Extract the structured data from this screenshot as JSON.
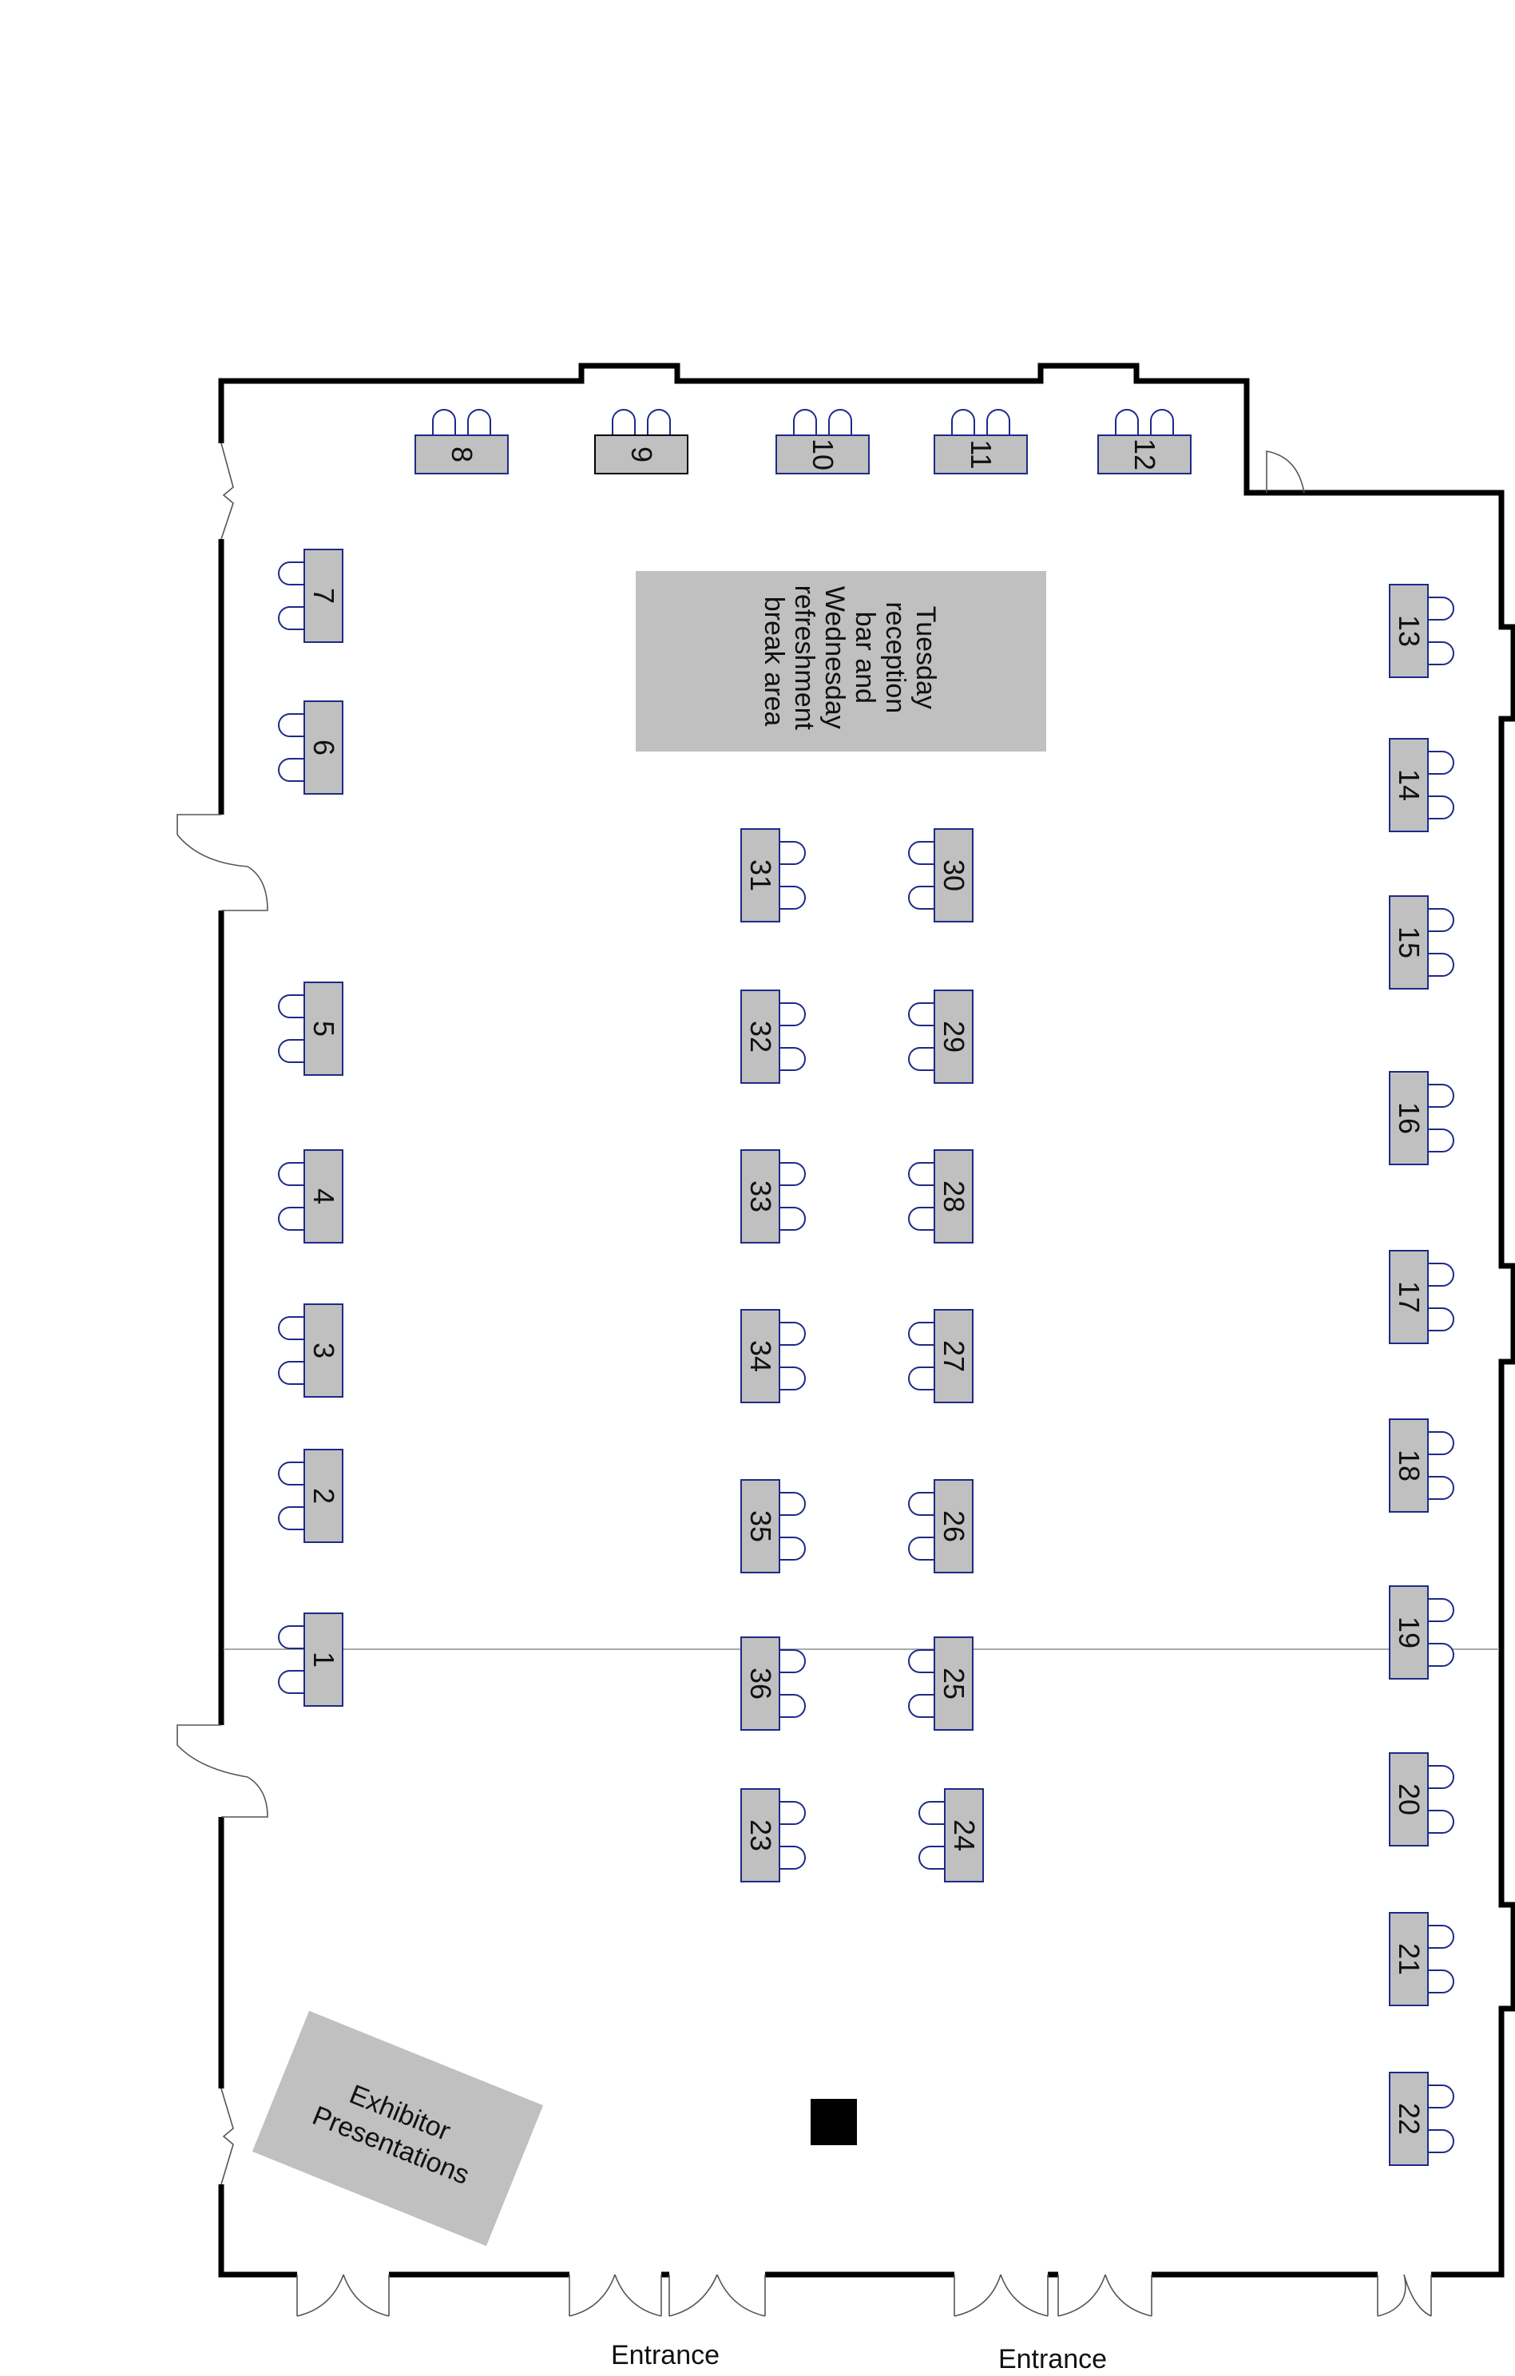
{
  "colors": {
    "wall": "#000000",
    "table_fill": "#c0c0c0",
    "table_stroke": "#1d2a8a",
    "chair_stroke": "#1d2a8a",
    "area_fill": "#c0c0c0",
    "door_stroke": "#555555"
  },
  "booths": [
    "1",
    "2",
    "3",
    "4",
    "5",
    "6",
    "7",
    "8",
    "9",
    "10",
    "11",
    "12",
    "13",
    "14",
    "15",
    "16",
    "17",
    "18",
    "19",
    "20",
    "21",
    "22",
    "23",
    "24",
    "25",
    "26",
    "27",
    "28",
    "29",
    "30",
    "31",
    "32",
    "33",
    "34",
    "35",
    "36"
  ],
  "areas": {
    "refreshment": [
      "Tuesday",
      "reception",
      "bar and",
      "Wednesday",
      "refreshment",
      "break area"
    ],
    "exhibitor": [
      "Exhibitor",
      "Presentations"
    ]
  },
  "entrances": [
    "Entrance",
    "Entrance"
  ]
}
